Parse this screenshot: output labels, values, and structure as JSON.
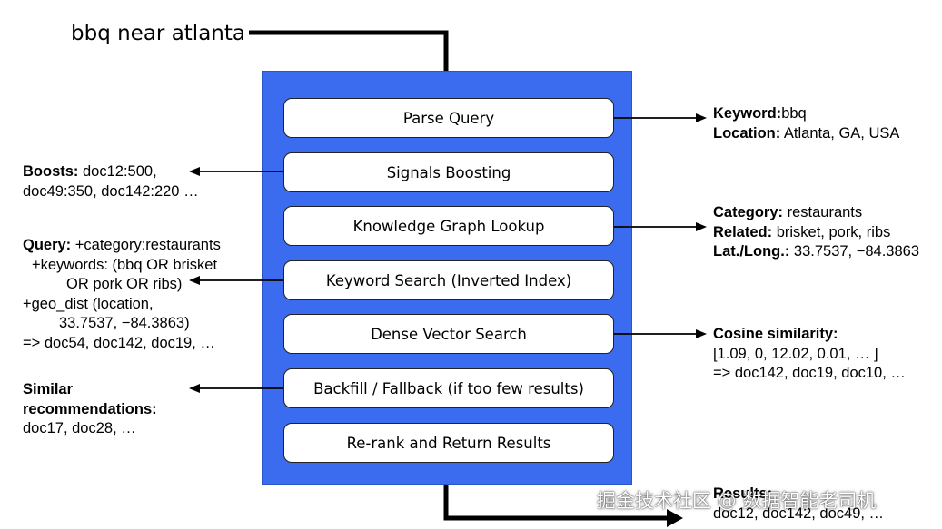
{
  "query": "bbq near atlanta",
  "stages": [
    "Parse Query",
    "Signals Boosting",
    "Knowledge Graph Lookup",
    "Keyword Search (Inverted Index)",
    "Dense Vector Search",
    "Backfill / Fallback (if too few results)",
    "Re-rank and Return Results"
  ],
  "parse_output": {
    "keyword_label": "Keyword:",
    "keyword_value": "bbq",
    "location_label": "Location:",
    "location_value": " Atlanta, GA, USA"
  },
  "boosts": {
    "label": "Boosts:",
    "line1": " doc12:500,",
    "line2": "doc49:350, doc142:220 …"
  },
  "knowledge_graph": {
    "category_label": "Category:",
    "category_value": " restaurants",
    "related_label": "Related:",
    "related_value": " brisket, pork, ribs",
    "latlong_label": "Lat./Long.:",
    "latlong_value": " 33.7537, −84.3863"
  },
  "keyword_query": {
    "label": "Query:",
    "line1": " +category:restaurants",
    "line2": "+keywords: (bbq OR brisket",
    "line3": "OR pork OR ribs)",
    "line4": "+geo_dist (location,",
    "line5": "33.7537, −84.3863)",
    "line6": "=> doc54, doc142, doc19, …"
  },
  "cosine": {
    "label": "Cosine similarity:",
    "line1": "[1.09, 0, 12.02, 0.01, … ]",
    "line2": "=> doc142, doc19, doc10, …"
  },
  "similar": {
    "label1": "Similar",
    "label2": "recommendations:",
    "line1": "doc17, doc28, …"
  },
  "results": {
    "label": "Results:",
    "line1": "doc12, doc142, doc49, …"
  },
  "watermark": "掘金技术社区 @ 数据智能老司机",
  "colors": {
    "panel": "#3b6cf0",
    "box_fill": "#ffffff",
    "line": "#000000"
  }
}
